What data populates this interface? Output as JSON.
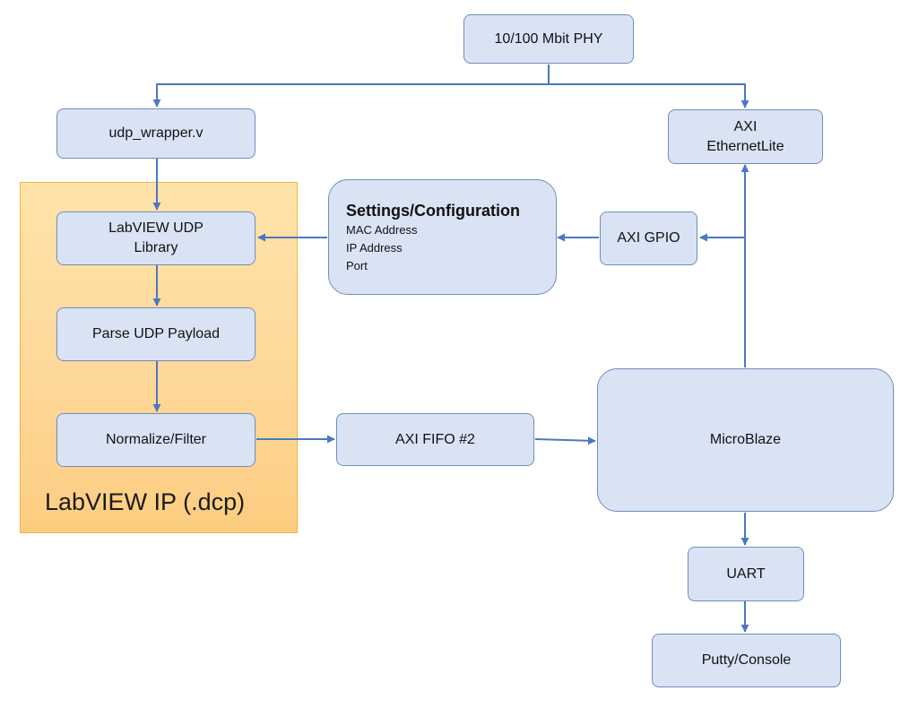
{
  "region": {
    "label": "LabVIEW IP (.dcp)",
    "fill": "#fed899",
    "border": "#f2b53d"
  },
  "nodes": {
    "phy": {
      "lines": [
        "10/100 Mbit PHY"
      ]
    },
    "udp_wrapper": {
      "lines": [
        "udp_wrapper.v"
      ]
    },
    "ethernetlite": {
      "lines": [
        "AXI",
        "EthernetLite"
      ]
    },
    "labview_udp": {
      "lines": [
        "LabVIEW UDP",
        "Library"
      ]
    },
    "settings": {
      "title": "Settings/Configuration",
      "items": [
        "MAC Address",
        "IP Address",
        "Port"
      ]
    },
    "gpio": {
      "lines": [
        "AXI GPIO"
      ]
    },
    "parse": {
      "lines": [
        "Parse UDP Payload"
      ]
    },
    "normalize": {
      "lines": [
        "Normalize/Filter"
      ]
    },
    "fifo": {
      "lines": [
        "AXI FIFO #2"
      ]
    },
    "microblaze": {
      "lines": [
        "MicroBlaze"
      ]
    },
    "uart": {
      "lines": [
        "UART"
      ]
    },
    "putty": {
      "lines": [
        "Putty/Console"
      ]
    }
  },
  "edges": [
    {
      "from": "phy",
      "to": "udp_wrapper"
    },
    {
      "from": "phy",
      "to": "ethernetlite"
    },
    {
      "from": "udp_wrapper",
      "to": "labview_udp"
    },
    {
      "from": "settings",
      "to": "labview_udp"
    },
    {
      "from": "gpio",
      "to": "settings"
    },
    {
      "from": "microblaze",
      "to": "gpio"
    },
    {
      "from": "microblaze",
      "to": "ethernetlite"
    },
    {
      "from": "labview_udp",
      "to": "parse"
    },
    {
      "from": "parse",
      "to": "normalize"
    },
    {
      "from": "normalize",
      "to": "fifo"
    },
    {
      "from": "fifo",
      "to": "microblaze"
    },
    {
      "from": "microblaze",
      "to": "uart"
    },
    {
      "from": "uart",
      "to": "putty"
    }
  ],
  "colors": {
    "node_fill": "#dae3f4",
    "node_border": "#6c8ebf",
    "arrow": "#4a78c2"
  }
}
